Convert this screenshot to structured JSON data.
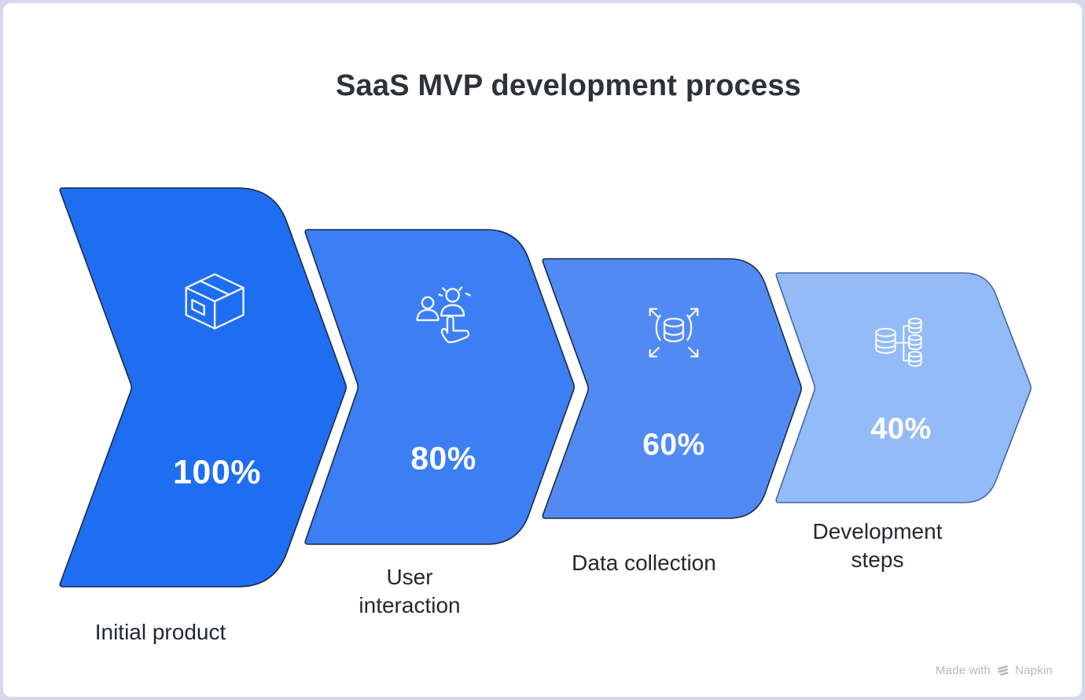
{
  "title": "SaaS MVP development process",
  "steps": [
    {
      "label": "Initial product",
      "percent": "100%",
      "color": "#1f6ef2",
      "outline": "#1b2a44",
      "icon": "package-icon"
    },
    {
      "label": "User interaction",
      "percent": "80%",
      "color": "#3c7ef4",
      "outline": "#1b2a44",
      "icon": "user-interaction-icon"
    },
    {
      "label": "Data collection",
      "percent": "60%",
      "color": "#528af3",
      "outline": "#1b2a44",
      "icon": "data-scale-out-icon"
    },
    {
      "label": "Development steps",
      "percent": "40%",
      "color": "#93bbf8",
      "outline": "#45679f",
      "icon": "database-tree-icon"
    }
  ],
  "watermark": {
    "made_with": "Made with",
    "brand": "Napkin"
  },
  "theme": {
    "canvas_background": "#ffffff",
    "frame_border": "#d6d7ea",
    "title_color": "#2e3138",
    "label_color": "#23282f",
    "percent_color": "#ffffff",
    "watermark_color": "#b6b9c0"
  }
}
